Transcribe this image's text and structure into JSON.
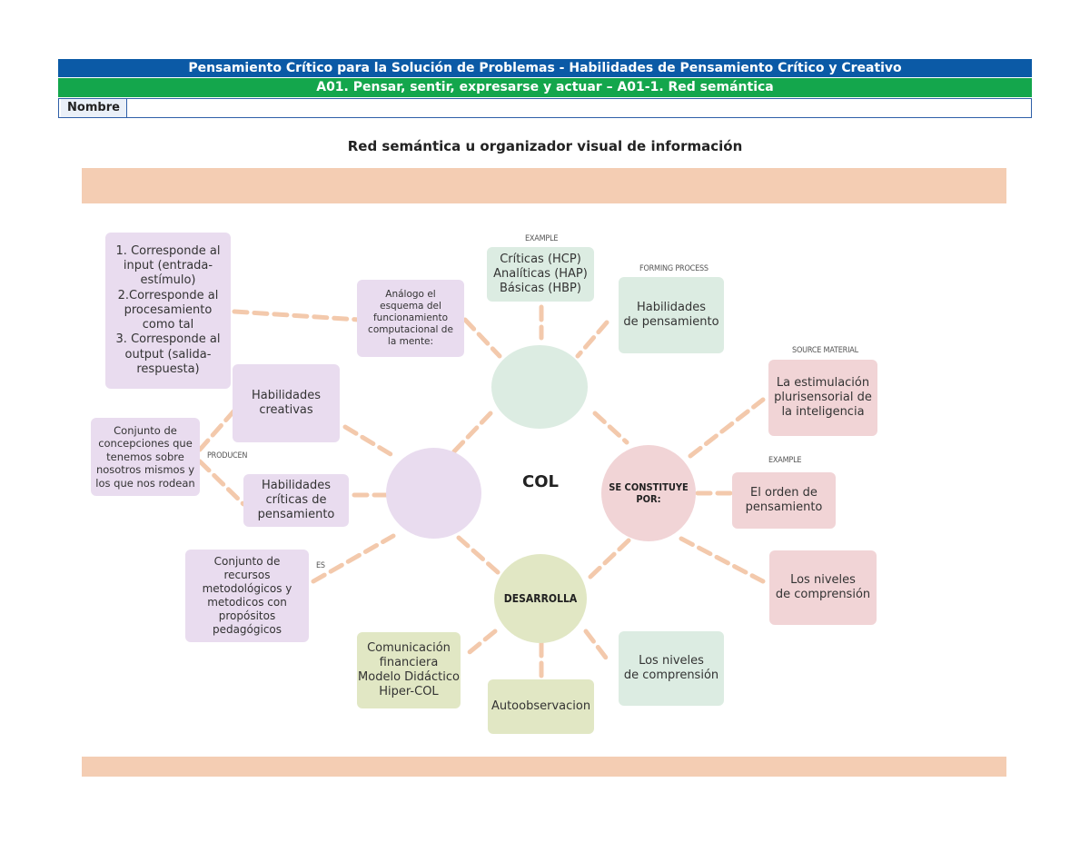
{
  "header": {
    "course_title": "Pensamiento Crítico para la Solución de Problemas - Habilidades de Pensamiento Crítico y Creativo",
    "activity_title": "A01. Pensar, sentir, expresarse y actuar – A01-1. Red semántica",
    "name_label": "Nombre",
    "name_value": ""
  },
  "page_title": "Red semántica u organizador visual de información",
  "diagram": {
    "center_label": "COL",
    "circles": {
      "top": "",
      "left": "",
      "right": "SE CONSTITUYE POR:",
      "bottom": "DESARROLLA"
    },
    "edge_labels": {
      "example_top": "EXAMPLE",
      "forming_process": "FORMING PROCESS",
      "source_material": "SOURCE MATERIAL",
      "example_right": "EXAMPLE",
      "producen": "PRODUCEN",
      "es": "ES"
    },
    "boxes": {
      "input_output": "1. Corresponde al\ninput (entrada-\nestímulo)\n2.Corresponde al\nprocesamiento\ncomo tal\n3. Corresponde al\noutput (salida-\nrespuesta)",
      "analogo": "Análogo el\nesquema del\nfuncionamiento\ncomputacional de\nla mente:",
      "tipos": "Críticas (HCP)\nAnalíticas (HAP)\nBásicas (HBP)",
      "habilidades_pensamiento": "Habilidades\nde pensamiento",
      "estimulacion": "La estimulación\nplurisensorial de\nla inteligencia",
      "orden": "El orden de\npensamiento",
      "niveles_right": "Los niveles\nde comprensión",
      "niveles_bottom": "Los niveles\nde comprensión",
      "autoobservacion": "Autoobservacion",
      "comunicacion": "Comunicación\nfinanciera\nModelo Didáctico\nHiper-COL",
      "recursos": "Conjunto de\nrecursos\nmetodológicos y\nmetodicos con\npropósitos\npedagógicos",
      "criticas": "Habilidades\ncríticas de\npensamiento",
      "creativas": "Habilidades\ncreativas",
      "concepciones": "Conjunto de\nconcepciones que\ntenemos sobre\nnosotros mismos y\nlos que nos rodean"
    },
    "colors": {
      "purple": "#e9dcef",
      "mint": "#dcece2",
      "pink": "#f1d4d6",
      "olive": "#e1e7c4",
      "connector": "#f3c9ac",
      "band": "#f4cdb3"
    }
  }
}
